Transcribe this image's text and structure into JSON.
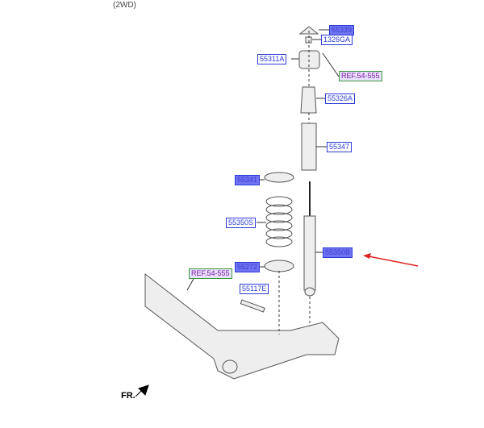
{
  "header_note": "(2WD)",
  "labels": {
    "l55339": "55339",
    "l1326ga": "1326GA",
    "l55311a": "55311A",
    "ref1": "REF.54-555",
    "l55326a": "55326A",
    "l55347": "55347",
    "l55341": "55341",
    "l55350s": "55350S",
    "l55350b": "55350B",
    "l55272": "55272",
    "ref2": "REF.54-555",
    "l55117e": "55117E"
  },
  "direction": "FR.",
  "colors": {
    "label": "#2b3bd8",
    "highlight": "#6f74f0",
    "arrow": "#e02020"
  }
}
